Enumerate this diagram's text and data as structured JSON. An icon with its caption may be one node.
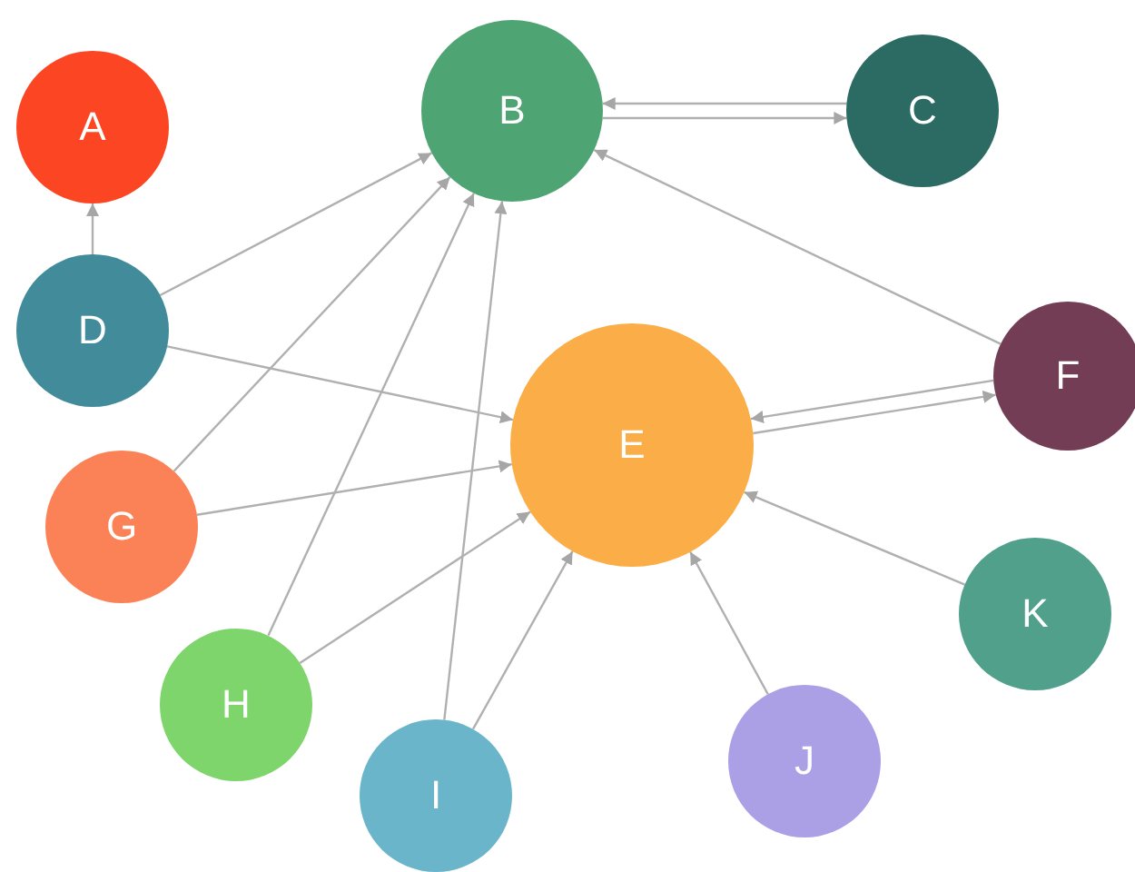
{
  "diagram": {
    "nodes": [
      {
        "text": [
          "A"
        ]
      },
      {
        "text": [
          "B"
        ]
      },
      {
        "text": [
          "C"
        ]
      },
      {
        "text": [
          "D"
        ]
      },
      {
        "text": [
          "E"
        ]
      },
      {
        "text": [
          "F"
        ]
      },
      {
        "text": [
          "G"
        ]
      },
      {
        "text": [
          "H"
        ]
      },
      {
        "text": [
          "I"
        ]
      },
      {
        "text": [
          "J"
        ]
      },
      {
        "text": [
          "K"
        ]
      }
    ],
    "edges": [
      {
        "from": 3,
        "to": 0,
        "arrow": "to"
      },
      {
        "from": 3,
        "to": 1,
        "arrow": "to"
      },
      {
        "from": 3,
        "to": 4,
        "arrow": "to"
      },
      {
        "from": 6,
        "to": 1,
        "arrow": "to"
      },
      {
        "from": 6,
        "to": 4,
        "arrow": "to"
      },
      {
        "from": 7,
        "to": 1,
        "arrow": "to"
      },
      {
        "from": 7,
        "to": 4,
        "arrow": "to"
      },
      {
        "from": 8,
        "to": 1,
        "arrow": "to"
      },
      {
        "from": 8,
        "to": 4,
        "arrow": "to"
      },
      {
        "from": 1,
        "to": 2,
        "arrow": "to"
      },
      {
        "from": 2,
        "to": 1,
        "arrow": "to"
      },
      {
        "from": 5,
        "to": 1,
        "arrow": "to"
      },
      {
        "from": 4,
        "to": 5,
        "arrow": "to"
      },
      {
        "from": 5,
        "to": 4,
        "arrow": "to"
      },
      {
        "from": 10,
        "to": 4,
        "arrow": "to"
      },
      {
        "from": 9,
        "to": 4,
        "arrow": "to"
      }
    ]
  }
}
